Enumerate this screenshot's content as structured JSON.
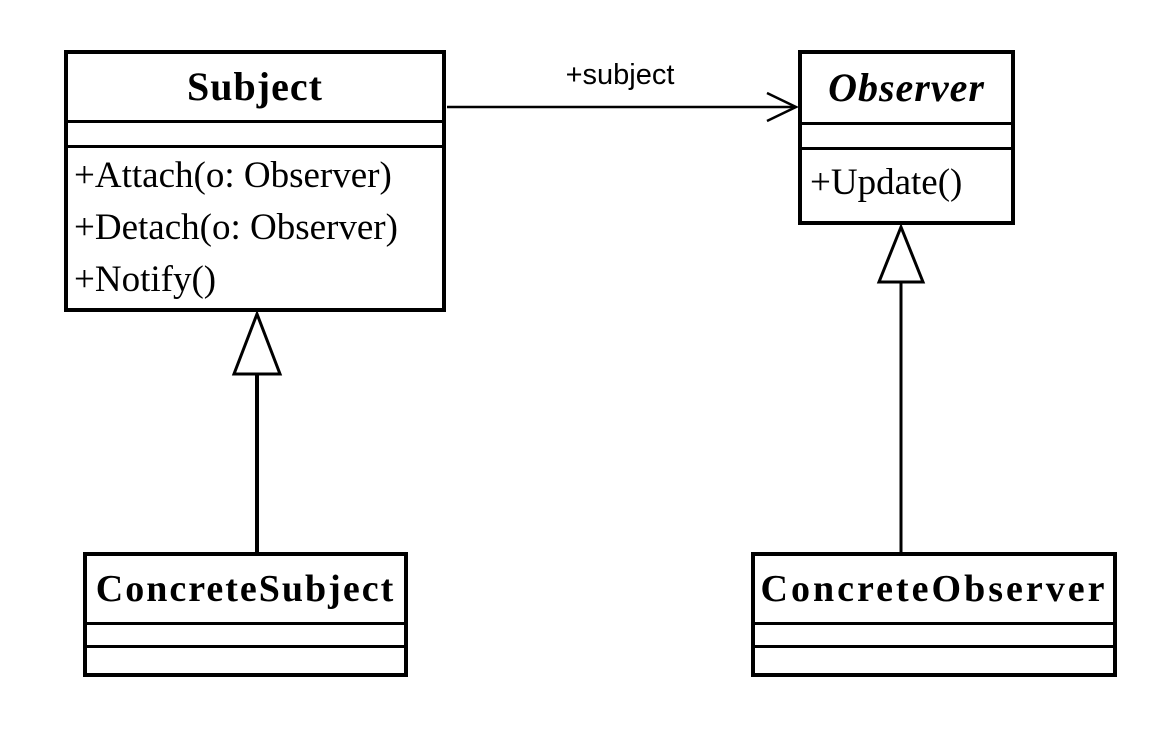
{
  "diagram": {
    "background": "#ffffff",
    "line_color": "#000000",
    "text_color": "#000000",
    "kind": "uml-class-diagram"
  },
  "classes": {
    "subject": {
      "name": "Subject",
      "abstract": false,
      "attributes": [],
      "methods": [
        "+Attach(o: Observer)",
        "+Detach(o: Observer)",
        "+Notify()"
      ]
    },
    "observer": {
      "name": "Observer",
      "abstract": true,
      "attributes": [],
      "methods": [
        "+Update()"
      ]
    },
    "concrete_subject": {
      "name": "ConcreteSubject",
      "abstract": false,
      "attributes": [],
      "methods": []
    },
    "concrete_observer": {
      "name": "ConcreteObserver",
      "abstract": false,
      "attributes": [],
      "methods": []
    }
  },
  "relationships": {
    "association": {
      "type": "directed-association",
      "from": "Subject",
      "to": "Observer",
      "label": "+subject"
    },
    "subject_generalization": {
      "type": "generalization",
      "from": "ConcreteSubject",
      "to": "Subject"
    },
    "observer_generalization": {
      "type": "generalization",
      "from": "ConcreteObserver",
      "to": "Observer"
    }
  }
}
